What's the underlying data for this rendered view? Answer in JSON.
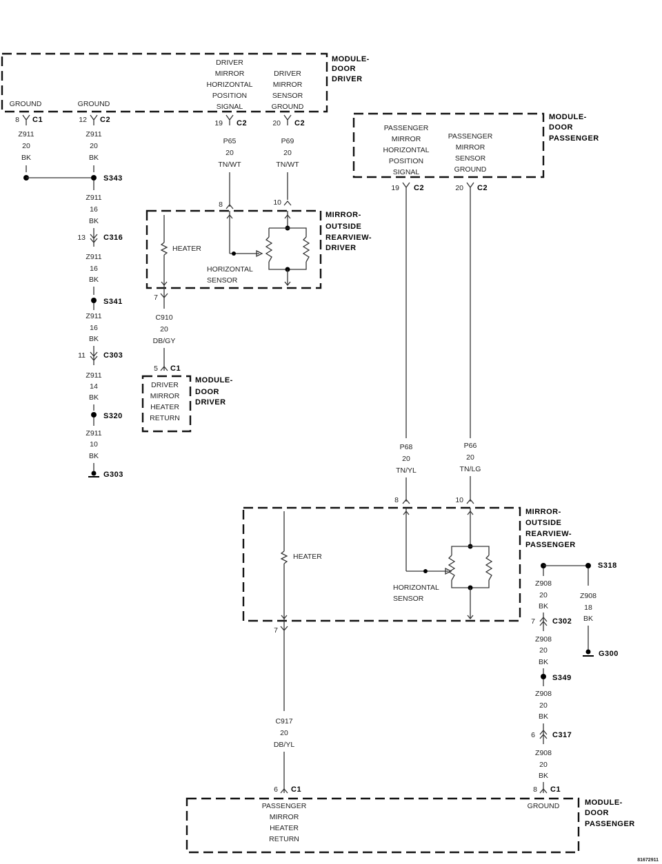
{
  "modules": {
    "door_driver_top": {
      "title": [
        "MODULE-",
        "DOOR",
        "DRIVER"
      ],
      "pin_ground_1": "GROUND",
      "pin_ground_2": "GROUND",
      "pin_hpos": [
        "DRIVER",
        "MIRROR",
        "HORIZONTAL",
        "POSITION",
        "SIGNAL"
      ],
      "pin_sensor_gnd": [
        "DRIVER",
        "MIRROR",
        "SENSOR",
        "GROUND"
      ]
    },
    "door_passenger_top": {
      "title": [
        "MODULE-",
        "DOOR",
        "PASSENGER"
      ],
      "pin_hpos": [
        "PASSENGER",
        "MIRROR",
        "HORIZONTAL",
        "POSITION",
        "SIGNAL"
      ],
      "pin_sensor_gnd": [
        "PASSENGER",
        "MIRROR",
        "SENSOR",
        "GROUND"
      ]
    },
    "mirror_driver": {
      "title": [
        "MIRROR-",
        "OUTSIDE",
        "REARVIEW-",
        "DRIVER"
      ],
      "heater": "HEATER",
      "sensor": [
        "HORIZONTAL",
        "SENSOR"
      ]
    },
    "door_driver_bottom": {
      "title": [
        "MODULE-",
        "DOOR",
        "DRIVER"
      ],
      "pin": [
        "DRIVER",
        "MIRROR",
        "HEATER",
        "RETURN"
      ]
    },
    "mirror_passenger": {
      "title": [
        "MIRROR-",
        "OUTSIDE",
        "REARVIEW-",
        "PASSENGER"
      ],
      "heater": "HEATER",
      "sensor": [
        "HORIZONTAL",
        "SENSOR"
      ]
    },
    "door_passenger_bottom": {
      "title": [
        "MODULE-",
        "DOOR",
        "PASSENGER"
      ],
      "pin_return": [
        "PASSENGER",
        "MIRROR",
        "HEATER",
        "RETURN"
      ],
      "pin_ground": "GROUND"
    }
  },
  "connectors": {
    "c1_8": {
      "pin": "8",
      "name": "C1"
    },
    "c2_12": {
      "pin": "12",
      "name": "C2"
    },
    "c2_19_drv": {
      "pin": "19",
      "name": "C2"
    },
    "c2_20_drv": {
      "pin": "20",
      "name": "C2"
    },
    "c2_19_pas": {
      "pin": "19",
      "name": "C2"
    },
    "c2_20_pas": {
      "pin": "20",
      "name": "C2"
    },
    "c316": {
      "pin": "13",
      "name": "C316"
    },
    "c303": {
      "pin": "11",
      "name": "C303"
    },
    "c1_5": {
      "pin": "5",
      "name": "C1"
    },
    "c302": {
      "pin": "7",
      "name": "C302"
    },
    "c317": {
      "pin": "6",
      "name": "C317"
    },
    "c1_6": {
      "pin": "6",
      "name": "C1"
    },
    "c1_8b": {
      "pin": "8",
      "name": "C1"
    }
  },
  "mirror_pins": {
    "drv_8": "8",
    "drv_10": "10",
    "drv_7": "7",
    "pas_8": "8",
    "pas_10": "10",
    "pas_7": "7"
  },
  "splices": {
    "s343": "S343",
    "s341": "S341",
    "s320": "S320",
    "s318": "S318",
    "s349": "S349"
  },
  "grounds": {
    "g303": "G303",
    "g300": "G300"
  },
  "wires": {
    "z911_a": [
      "Z911",
      "20",
      "BK"
    ],
    "z911_b": [
      "Z911",
      "20",
      "BK"
    ],
    "z911_c": [
      "Z911",
      "16",
      "BK"
    ],
    "z911_d": [
      "Z911",
      "16",
      "BK"
    ],
    "z911_e": [
      "Z911",
      "16",
      "BK"
    ],
    "z911_f": [
      "Z911",
      "14",
      "BK"
    ],
    "z911_g": [
      "Z911",
      "10",
      "BK"
    ],
    "p65": [
      "P65",
      "20",
      "TN/WT"
    ],
    "p69": [
      "P69",
      "20",
      "TN/WT"
    ],
    "c910": [
      "C910",
      "20",
      "DB/GY"
    ],
    "p68": [
      "P68",
      "20",
      "TN/YL"
    ],
    "p66": [
      "P66",
      "20",
      "TN/LG"
    ],
    "c917": [
      "C917",
      "20",
      "DB/YL"
    ],
    "z908_a": [
      "Z908",
      "20",
      "BK"
    ],
    "z908_b": [
      "Z908",
      "20",
      "BK"
    ],
    "z908_c": [
      "Z908",
      "20",
      "BK"
    ],
    "z908_d": [
      "Z908",
      "20",
      "BK"
    ],
    "z908_e": [
      "Z908",
      "18",
      "BK"
    ]
  },
  "figure_id": "81672911"
}
